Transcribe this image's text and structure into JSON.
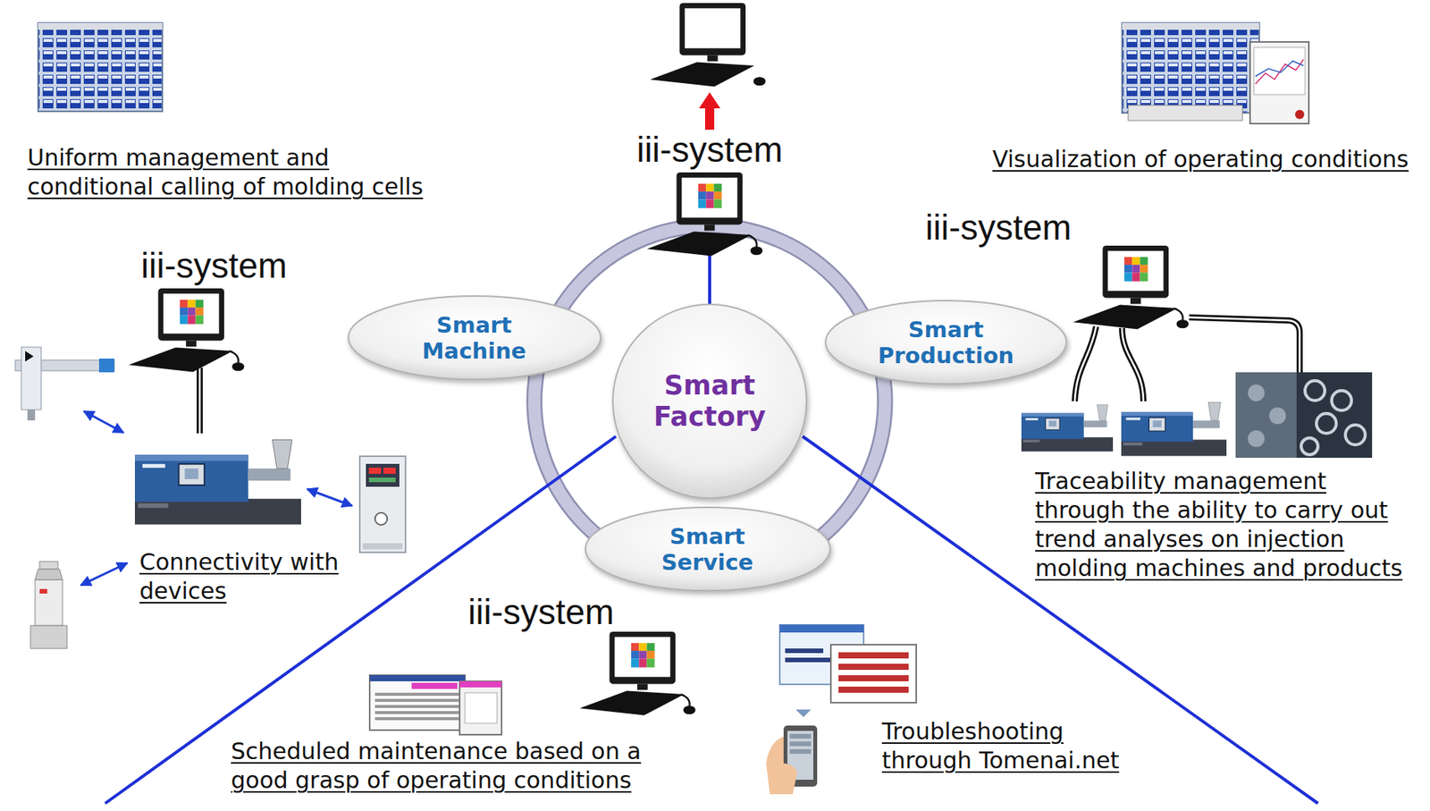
{
  "diagram": {
    "nodes": [
      {
        "text": [
          "Smart Machine"
        ]
      },
      {
        "text": [
          "Smart Production"
        ]
      },
      {
        "text": [
          "Smart Factory"
        ]
      },
      {
        "text": [
          "Smart Service"
        ]
      }
    ],
    "labels": [
      "Uniform management and conditional calling of molding cells",
      "iii-system",
      "Visualization of operating conditions",
      "iii-system",
      "iii-system",
      "Traceability management through the ability to carry out trend analyses on injection molding machines and products",
      "Connectivity with devices",
      "iii-system",
      "Scheduled maintenance based on a good grasp of operating conditions",
      "Troubleshooting through Tomenai.net"
    ]
  }
}
